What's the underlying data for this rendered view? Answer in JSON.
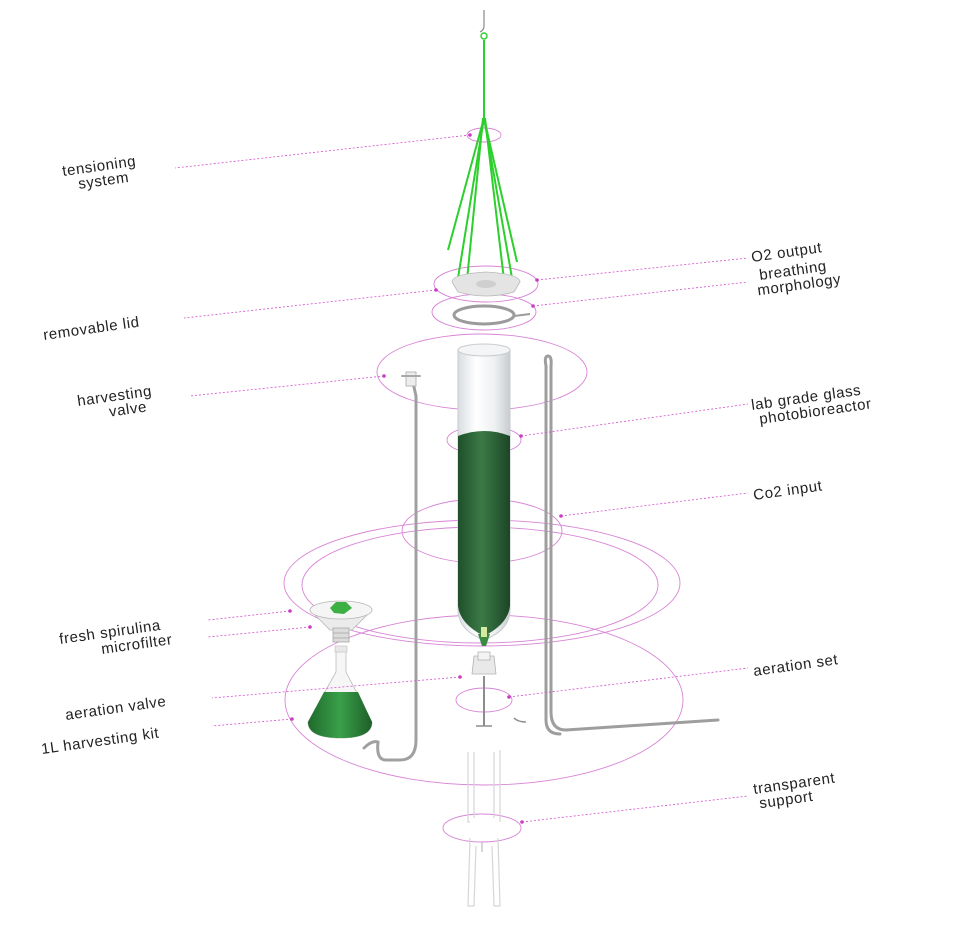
{
  "labels": {
    "tensioning": [
      "tensioning",
      "system"
    ],
    "o2_output": [
      "O2 output"
    ],
    "breathing": [
      "breathing",
      "morphology"
    ],
    "removable_lid": [
      "removable lid"
    ],
    "harvesting_valve": [
      "harvesting",
      "valve"
    ],
    "lab_glass": [
      "lab grade glass",
      "photobioreactor"
    ],
    "co2_input": [
      "Co2 input"
    ],
    "fresh_spirulina": [
      "fresh spirulina"
    ],
    "microfilter": [
      "microfilter"
    ],
    "aeration_set": [
      "aeration set"
    ],
    "aeration_valve": [
      "aeration valve"
    ],
    "harvesting_kit": [
      "1L harvesting kit"
    ],
    "transparent_support": [
      "transparent",
      "support"
    ]
  },
  "colors": {
    "leader": "#d44fd0",
    "ring": "#d884d6",
    "culture": "#2e6b3a",
    "strap": "#2ccf2c",
    "tube": "#9a9a9a"
  }
}
